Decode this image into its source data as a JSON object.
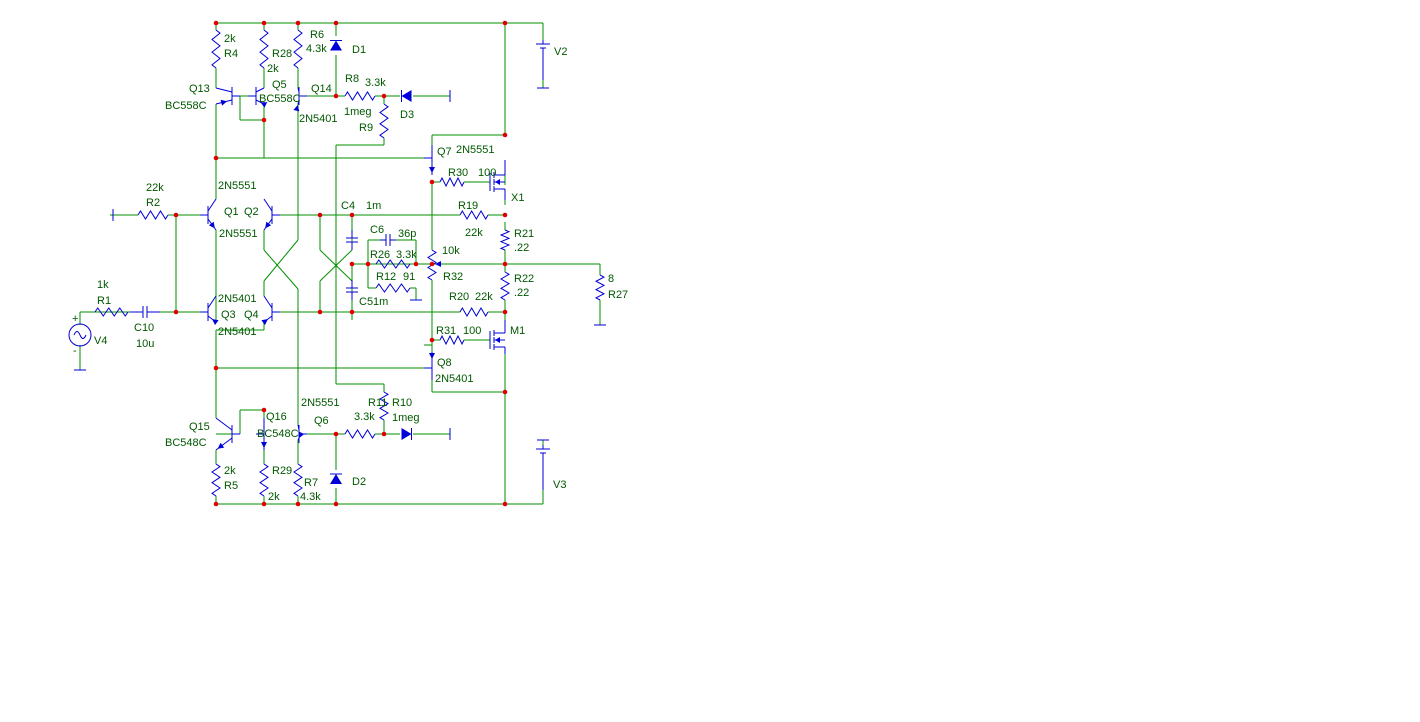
{
  "colors": {
    "wire": "#009000",
    "symbol": "#0000d8",
    "junction": "#e00000",
    "label": "#005800",
    "background": "#ffffff"
  },
  "labels": [
    {
      "id": "r4-value",
      "text": "2k"
    },
    {
      "id": "r4-name",
      "text": "R4"
    },
    {
      "id": "r28-name",
      "text": "R28"
    },
    {
      "id": "r28-value",
      "text": "2k"
    },
    {
      "id": "r6-name",
      "text": "R6"
    },
    {
      "id": "r6-value",
      "text": "4.3k"
    },
    {
      "id": "d1-name",
      "text": "D1"
    },
    {
      "id": "v2-name",
      "text": "V2"
    },
    {
      "id": "r8-name",
      "text": "R8"
    },
    {
      "id": "r8-value",
      "text": "3.3k"
    },
    {
      "id": "q13-name",
      "text": "Q13"
    },
    {
      "id": "q13-model",
      "text": "BC558C"
    },
    {
      "id": "q5-name",
      "text": "Q5"
    },
    {
      "id": "q5-model",
      "text": "BC558C"
    },
    {
      "id": "q14-name",
      "text": "Q14"
    },
    {
      "id": "q14-model",
      "text": "2N5401"
    },
    {
      "id": "r9-value",
      "text": "1meg"
    },
    {
      "id": "r9-name",
      "text": "R9"
    },
    {
      "id": "d3-name",
      "text": "D3"
    },
    {
      "id": "q7-name",
      "text": "Q7"
    },
    {
      "id": "q7-model",
      "text": "2N5551"
    },
    {
      "id": "r30-name",
      "text": "R30"
    },
    {
      "id": "r30-value",
      "text": "100"
    },
    {
      "id": "x1-name",
      "text": "X1"
    },
    {
      "id": "r2-value",
      "text": "22k"
    },
    {
      "id": "r2-name",
      "text": "R2"
    },
    {
      "id": "q1q2-model-top",
      "text": "2N5551"
    },
    {
      "id": "q1-name",
      "text": "Q1"
    },
    {
      "id": "q2-name",
      "text": "Q2"
    },
    {
      "id": "q1q2-model-bottom",
      "text": "2N5551"
    },
    {
      "id": "c4-name",
      "text": "C4"
    },
    {
      "id": "c4-value",
      "text": "1m"
    },
    {
      "id": "r19-name",
      "text": "R19"
    },
    {
      "id": "r19-value",
      "text": "22k"
    },
    {
      "id": "c6-name",
      "text": "C6"
    },
    {
      "id": "c6-value",
      "text": "36p"
    },
    {
      "id": "r32-value",
      "text": "10k"
    },
    {
      "id": "r32-name",
      "text": "R32"
    },
    {
      "id": "r21-name",
      "text": "R21"
    },
    {
      "id": "r21-value",
      "text": ".22"
    },
    {
      "id": "r26-name",
      "text": "R26"
    },
    {
      "id": "r26-value",
      "text": "3.3k"
    },
    {
      "id": "r12-name",
      "text": "R12"
    },
    {
      "id": "r12-value",
      "text": "91"
    },
    {
      "id": "r27-value",
      "text": "8"
    },
    {
      "id": "r27-name",
      "text": "R27"
    },
    {
      "id": "r22-name",
      "text": "R22"
    },
    {
      "id": "r22-value",
      "text": ".22"
    },
    {
      "id": "r1-value",
      "text": "1k"
    },
    {
      "id": "r1-name",
      "text": "R1"
    },
    {
      "id": "q3q4-model-top",
      "text": "2N5401"
    },
    {
      "id": "c5-name",
      "text": "C51m"
    },
    {
      "id": "r20-name",
      "text": "R20"
    },
    {
      "id": "r20-value",
      "text": "22k"
    },
    {
      "id": "q3-name",
      "text": "Q3"
    },
    {
      "id": "q4-name",
      "text": "Q4"
    },
    {
      "id": "q3q4-model-bottom",
      "text": "2N5401"
    },
    {
      "id": "c10-name",
      "text": "C10"
    },
    {
      "id": "c10-value",
      "text": "10u"
    },
    {
      "id": "v4-name",
      "text": "V4"
    },
    {
      "id": "r31-name",
      "text": "R31"
    },
    {
      "id": "r31-value",
      "text": "100"
    },
    {
      "id": "m1-name",
      "text": "M1"
    },
    {
      "id": "q8-name",
      "text": "Q8"
    },
    {
      "id": "q8-model",
      "text": "2N5401"
    },
    {
      "id": "q6-model",
      "text": "2N5551"
    },
    {
      "id": "r11-name",
      "text": "R11"
    },
    {
      "id": "r11-value",
      "text": "3.3k"
    },
    {
      "id": "r10-name",
      "text": "R10"
    },
    {
      "id": "r10-value",
      "text": "1meg"
    },
    {
      "id": "q15-name",
      "text": "Q15"
    },
    {
      "id": "q15-model",
      "text": "BC548C"
    },
    {
      "id": "q16-name",
      "text": "Q16"
    },
    {
      "id": "q16-model",
      "text": "BC548C"
    },
    {
      "id": "q6-name",
      "text": "Q6"
    },
    {
      "id": "r5-value",
      "text": "2k"
    },
    {
      "id": "r5-name",
      "text": "R5"
    },
    {
      "id": "r29-name",
      "text": "R29"
    },
    {
      "id": "r29-value",
      "text": "2k"
    },
    {
      "id": "r7-name",
      "text": "R7"
    },
    {
      "id": "r7-value",
      "text": "4.3k"
    },
    {
      "id": "d2-name",
      "text": "D2"
    },
    {
      "id": "v3-name",
      "text": "V3"
    }
  ]
}
